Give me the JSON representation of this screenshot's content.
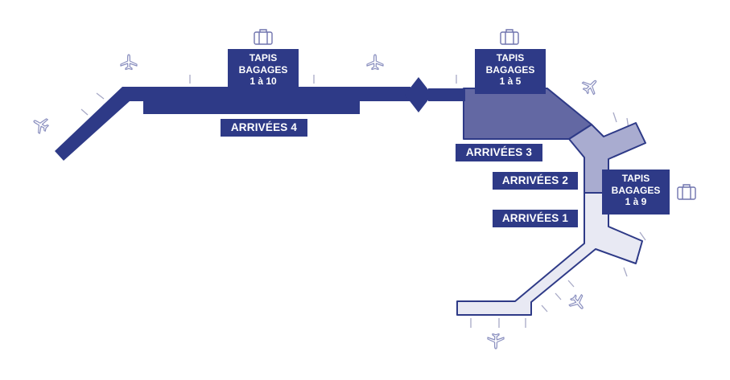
{
  "terminal_map": {
    "colors": {
      "terminal_4": "#2e3a87",
      "terminal_3": "#6368a3",
      "terminal_2": "#a9acd0",
      "terminal_1": "#e8e9f3",
      "outline": "#2e3a87",
      "label_bg": "#2e3a87",
      "label_text": "#ffffff",
      "icon_stroke": "#8a8fbf"
    },
    "baggage_labels": [
      {
        "line1": "TAPIS",
        "line2": "BAGAGES",
        "line3": "1 à 10"
      },
      {
        "line1": "TAPIS",
        "line2": "BAGAGES",
        "line3": "1 à 5"
      },
      {
        "line1": "TAPIS",
        "line2": "BAGAGES",
        "line3": "1 à 9"
      }
    ],
    "arrivals_labels": {
      "a4": "ARRIVÉES 4",
      "a3": "ARRIVÉES 3",
      "a2": "ARRIVÉES 2",
      "a1": "ARRIVÉES 1"
    },
    "icons": [
      "airplane-icon",
      "suitcase-icon"
    ]
  }
}
